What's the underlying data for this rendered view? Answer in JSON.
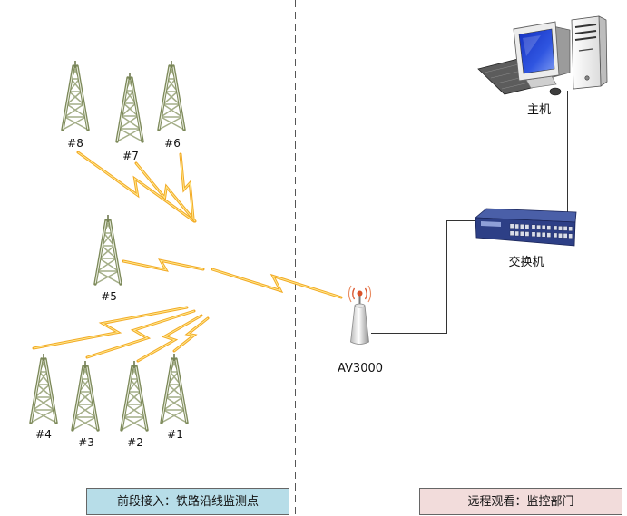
{
  "diagram": {
    "tower_icon": "tower-icon",
    "towers": [
      {
        "label": "#1"
      },
      {
        "label": "#2"
      },
      {
        "label": "#3"
      },
      {
        "label": "#4"
      },
      {
        "label": "#5"
      },
      {
        "label": "#6"
      },
      {
        "label": "#7"
      },
      {
        "label": "#8"
      }
    ],
    "antenna": {
      "label": "AV3000",
      "icon": "antenna-icon"
    },
    "host": {
      "label": "主机",
      "icon": "computer-icon"
    },
    "switch": {
      "label": "交换机",
      "icon": "network-switch-icon"
    },
    "zones": {
      "front_end": {
        "label": "前段接入：铁路沿线监测点",
        "color": "#b7dde8"
      },
      "remote": {
        "label": "远程观看：监控部门",
        "color": "#f2dcdb"
      }
    }
  },
  "colors": {
    "wireless_link": "#f2aa25",
    "wireless_link_highlight": "#ffe98f",
    "wired_link": "#333333",
    "divider": "#555555",
    "screen": "#2342d4",
    "switch_body": "#2d3f86"
  }
}
